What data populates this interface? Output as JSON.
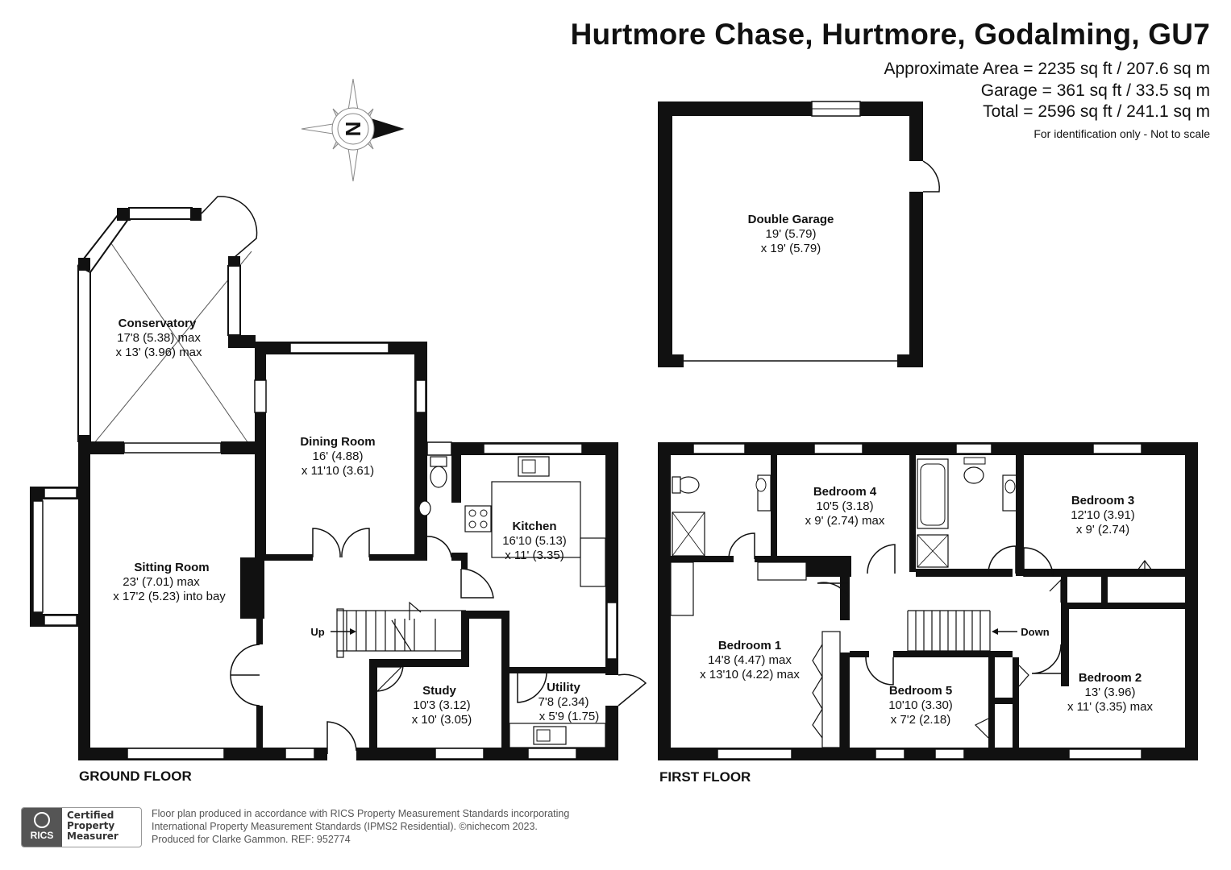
{
  "header": {
    "title": "Hurtmore Chase, Hurtmore, Godalming, GU7",
    "area_line": "Approximate Area = 2235 sq ft / 207.6 sq m",
    "garage_line": "Garage = 361 sq ft / 33.5 sq m",
    "total_line": "Total = 2596 sq ft / 241.1 sq m",
    "disclaimer": "For identification only - Not to scale"
  },
  "compass": {
    "letter": "N"
  },
  "garage": {
    "name": "Double Garage",
    "dim1": "19' (5.79)",
    "dim2": "x 19' (5.79)"
  },
  "ground_floor": {
    "label": "GROUND FLOOR",
    "conservatory": {
      "name": "Conservatory",
      "dim1": "17'8 (5.38) max",
      "dim2": "x 13' (3.96) max"
    },
    "dining_room": {
      "name": "Dining Room",
      "dim1": "16' (4.88)",
      "dim2": "x 11'10 (3.61)"
    },
    "sitting_room": {
      "name": "Sitting Room",
      "dim1": "23' (7.01) max",
      "dim2": "x 17'2 (5.23) into bay"
    },
    "kitchen": {
      "name": "Kitchen",
      "dim1": "16'10 (5.13)",
      "dim2": "x 11' (3.35)"
    },
    "study": {
      "name": "Study",
      "dim1": "10'3 (3.12)",
      "dim2": "x 10' (3.05)"
    },
    "utility": {
      "name": "Utility",
      "dim1": "7'8 (2.34)",
      "dim2": "x 5'9 (1.75)"
    },
    "stairs_label": "Up"
  },
  "first_floor": {
    "label": "FIRST FLOOR",
    "bedroom_1": {
      "name": "Bedroom 1",
      "dim1": "14'8 (4.47) max",
      "dim2": "x 13'10 (4.22) max"
    },
    "bedroom_2": {
      "name": "Bedroom 2",
      "dim1": "13' (3.96)",
      "dim2": "x 11' (3.35) max"
    },
    "bedroom_3": {
      "name": "Bedroom 3",
      "dim1": "12'10 (3.91)",
      "dim2": "x 9' (2.74)"
    },
    "bedroom_4": {
      "name": "Bedroom 4",
      "dim1": "10'5 (3.18)",
      "dim2": "x 9' (2.74) max"
    },
    "bedroom_5": {
      "name": "Bedroom 5",
      "dim1": "10'10 (3.30)",
      "dim2": "x 7'2 (2.18)"
    },
    "stairs_label": "Down"
  },
  "footer": {
    "badge_short": "RICS",
    "badge_line1": "Certified",
    "badge_line2": "Property",
    "badge_line3": "Measurer",
    "line1": "Floor plan produced in accordance with RICS Property Measurement Standards incorporating",
    "line2": "International Property Measurement Standards (IPMS2 Residential).  ©nichecom 2023.",
    "line3": "Produced for Clarke Gammon.   REF: 952774"
  }
}
